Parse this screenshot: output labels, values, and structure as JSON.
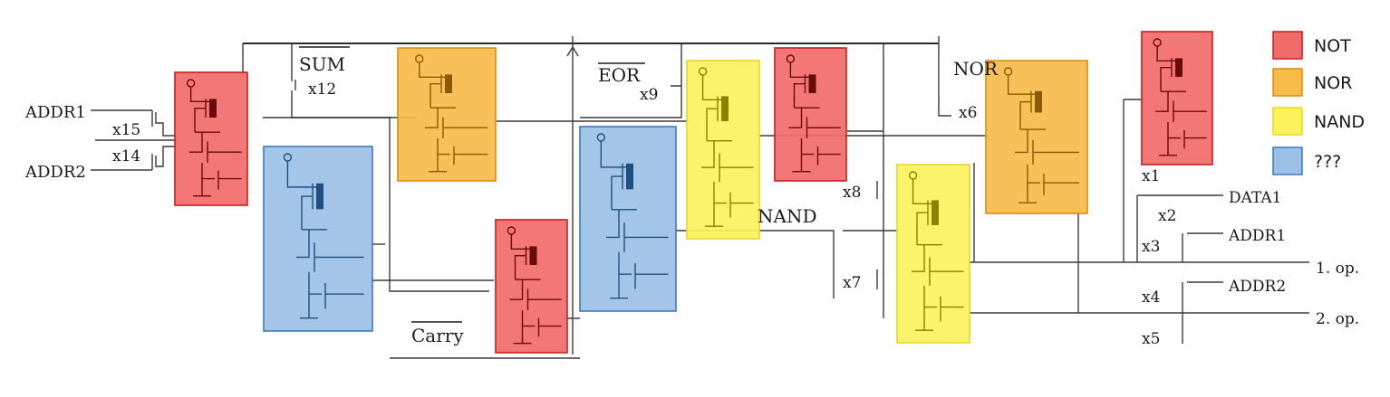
{
  "labels": {
    "addr1_left": "ADDR1",
    "addr2_left": "ADDR2",
    "x15": "x15",
    "x14": "x14",
    "sum": "SUM",
    "x12": "x12",
    "eor": "EOR",
    "x9": "x9",
    "nor_text": "NOR",
    "x6": "x6",
    "nand_text": "NAND",
    "x8": "x8",
    "x7": "x7",
    "carry": "Carry",
    "x1": "x1",
    "data1": "DATA1",
    "x2": "x2",
    "x3": "x3",
    "addr1_right": "ADDR1",
    "op1": "1. op.",
    "x4": "x4",
    "addr2_right": "ADDR2",
    "op2": "2. op.",
    "x5": "x5"
  },
  "legend": [
    {
      "label": "NOT",
      "fill": "#f26b6b",
      "stroke": "#c81e1e"
    },
    {
      "label": "NOR",
      "fill": "#f7bb4a",
      "stroke": "#e08a10"
    },
    {
      "label": "NAND",
      "fill": "#fbf25c",
      "stroke": "#e8d820"
    },
    {
      "label": "???",
      "fill": "#9cc0e6",
      "stroke": "#3a78c0"
    }
  ],
  "gate_types": {
    "not": {
      "fill": "#f26b6b",
      "stroke": "#c81e1e",
      "ink": "#6b0a0a"
    },
    "nor": {
      "fill": "#f7bb4a",
      "stroke": "#e08a10",
      "ink": "#8a5a00"
    },
    "nand": {
      "fill": "#fbf25c",
      "stroke": "#e8d820",
      "ink": "#8a8200"
    },
    "unknown": {
      "fill": "#9cc0e6",
      "stroke": "#3a78c0",
      "ink": "#1f4f80"
    }
  }
}
